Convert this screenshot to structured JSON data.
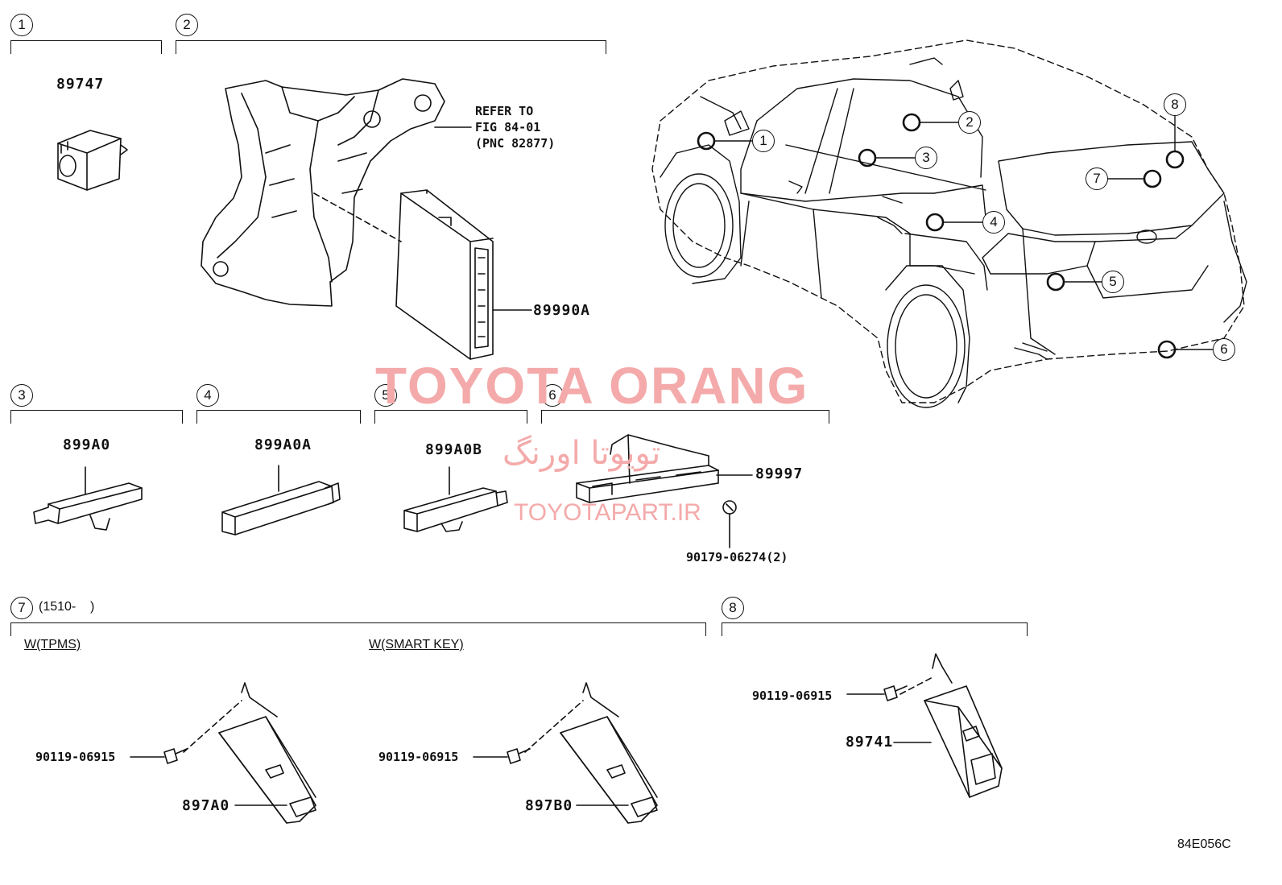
{
  "groups": [
    {
      "num": "1"
    },
    {
      "num": "2"
    },
    {
      "num": "3"
    },
    {
      "num": "4"
    },
    {
      "num": "5"
    },
    {
      "num": "6"
    },
    {
      "num": "7",
      "note": "(1510-    )"
    },
    {
      "num": "8"
    }
  ],
  "parts": {
    "p89747": "89747",
    "p89990A": "89990A",
    "p899A0": "899A0",
    "p899A0A": "899A0A",
    "p899A0B": "899A0B",
    "p89997": "89997",
    "p90179": "90179-06274(2)",
    "p90119_a": "90119-06915",
    "p897A0": "897A0",
    "p90119_b": "90119-06915",
    "p897B0": "897B0",
    "p90119_c": "90119-06915",
    "p89741": "89741"
  },
  "refer": "REFER TO\nFIG 84-01\n(PNC 82877)",
  "conditions": {
    "tpms": "W(TPMS)",
    "smart_key": "W(SMART KEY)"
  },
  "callouts": [
    "1",
    "2",
    "3",
    "4",
    "5",
    "6",
    "7",
    "8"
  ],
  "watermark": {
    "main": "TOYOTA ORANG",
    "persian": "تویوتا اورنگ",
    "url": "TOYOTAPART.IR"
  },
  "figure_code": "84E056C",
  "colors": {
    "line": "#111111",
    "watermark": "#f4aaaa",
    "background": "#ffffff"
  }
}
